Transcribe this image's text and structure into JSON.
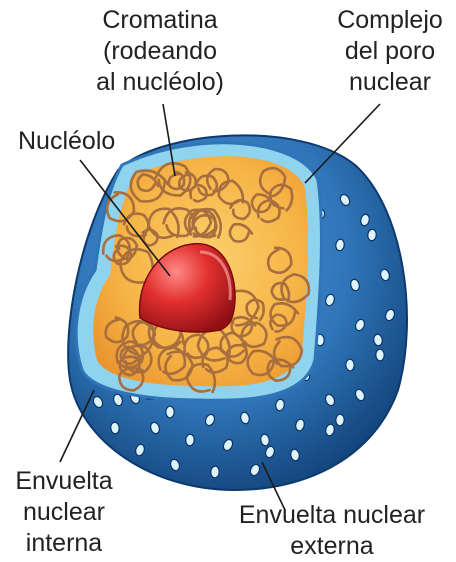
{
  "labels": {
    "cromatina": [
      "Cromatina",
      "(rodeando",
      "al nucléolo)"
    ],
    "poro": [
      "Complejo",
      "del poro",
      "nuclear"
    ],
    "nucleolo": [
      "Nucléolo"
    ],
    "interna": [
      "Envuelta",
      "nuclear",
      "interna"
    ],
    "externa": [
      "Envuelta nuclear",
      "externa"
    ]
  },
  "colors": {
    "outer_envelope": "#2f75b8",
    "outer_dark": "#0d3a6e",
    "inner_envelope": "#8fd3ef",
    "nucleoplasm": "#f6b446",
    "chromatin": "#a86e3e",
    "nucleolus": "#d9242a",
    "pore": "#dff3fb",
    "leader": "#1a1a1a"
  }
}
